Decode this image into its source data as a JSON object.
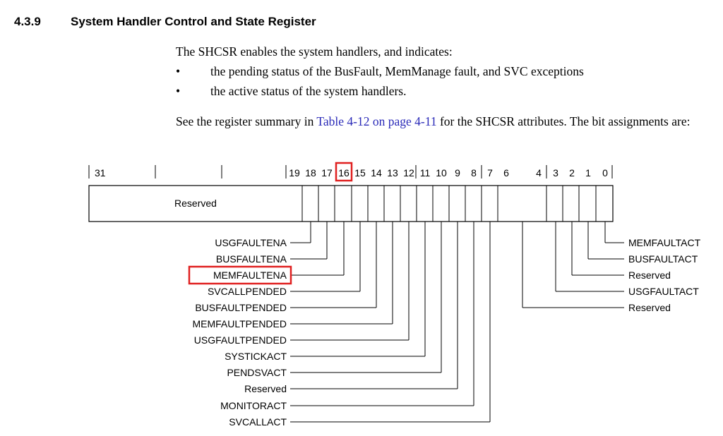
{
  "section": {
    "number": "4.3.9",
    "title": "System Handler Control and State Register"
  },
  "intro": "The SHCSR enables the system handlers, and indicates:",
  "bullets": [
    {
      "symbol": "•",
      "text": "the pending status of the BusFault, MemManage fault, and SVC exceptions"
    },
    {
      "symbol": "•",
      "text": "the active status of the system handlers."
    }
  ],
  "see_paragraph": {
    "before": "See the register summary in ",
    "link": "Table 4-12 on page 4-11",
    "after": " for the SHCSR attributes. The bit assignments are:"
  },
  "register": {
    "bit_labels": [
      "31",
      "19",
      "18",
      "17",
      "16",
      "15",
      "14",
      "13",
      "12",
      "11",
      "10",
      "9",
      "8",
      "7",
      "6",
      "4",
      "3",
      "2",
      "1",
      "0"
    ],
    "reserved_label": "Reserved",
    "highlighted_bit": "16",
    "highlight_color": "#e02020",
    "left_fields": [
      "USGFAULTENA",
      "BUSFAULTENA",
      "MEMFAULTENA",
      "SVCALLPENDED",
      "BUSFAULTPENDED",
      "MEMFAULTPENDED",
      "USGFAULTPENDED",
      "SYSTICKACT",
      "PENDSVACT",
      "Reserved",
      "MONITORACT",
      "SVCALLACT"
    ],
    "right_fields": [
      "MEMFAULTACT",
      "BUSFAULTACT",
      "Reserved",
      "USGFAULTACT",
      "Reserved"
    ],
    "highlighted_field": "MEMFAULTENA"
  }
}
